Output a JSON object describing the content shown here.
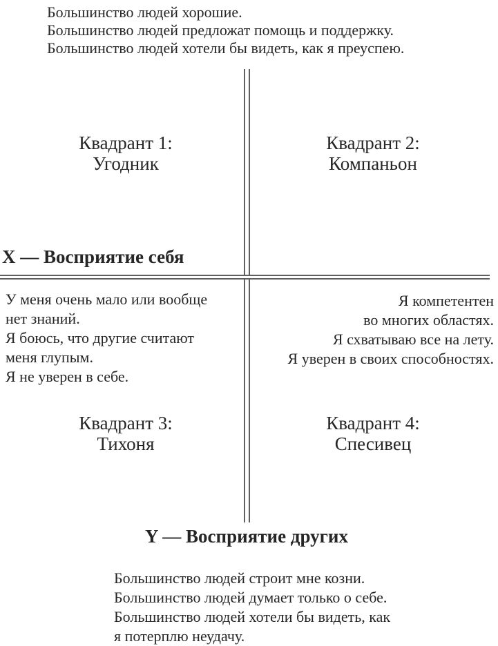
{
  "colors": {
    "text": "#262626",
    "line": "#5f5f5f",
    "background": "#ffffff"
  },
  "top_text": {
    "lines": [
      "Большинство людей хорошие.",
      "Большинство людей предложат помощь и поддержку.",
      "Большинство людей хотели бы видеть, как я преуспею."
    ]
  },
  "quadrants": [
    {
      "title": "Квадрант 1:",
      "name": "Угодник"
    },
    {
      "title": "Квадрант 2:",
      "name": "Компаньон"
    },
    {
      "title": "Квадрант 3:",
      "name": "Тихоня"
    },
    {
      "title": "Квадрант 4:",
      "name": "Спесивец"
    }
  ],
  "axes": {
    "x_label": "X — Восприятие себя",
    "y_label": "Y — Восприятие других"
  },
  "left_text": {
    "lines": [
      "У меня очень мало или вообще",
      "нет знаний.",
      "Я боюсь, что другие считают",
      "меня глупым.",
      "Я не уверен в себе."
    ]
  },
  "right_text": {
    "lines": [
      "Я компетентен",
      "во многих областях.",
      "Я схватываю все на лету.",
      "Я уверен в своих способностях."
    ]
  },
  "bottom_text": {
    "lines": [
      "Большинство людей строит мне козни.",
      "Большинство людей думает только о себе.",
      "Большинство людей хотели бы видеть, как",
      "я потерплю неудачу."
    ]
  }
}
